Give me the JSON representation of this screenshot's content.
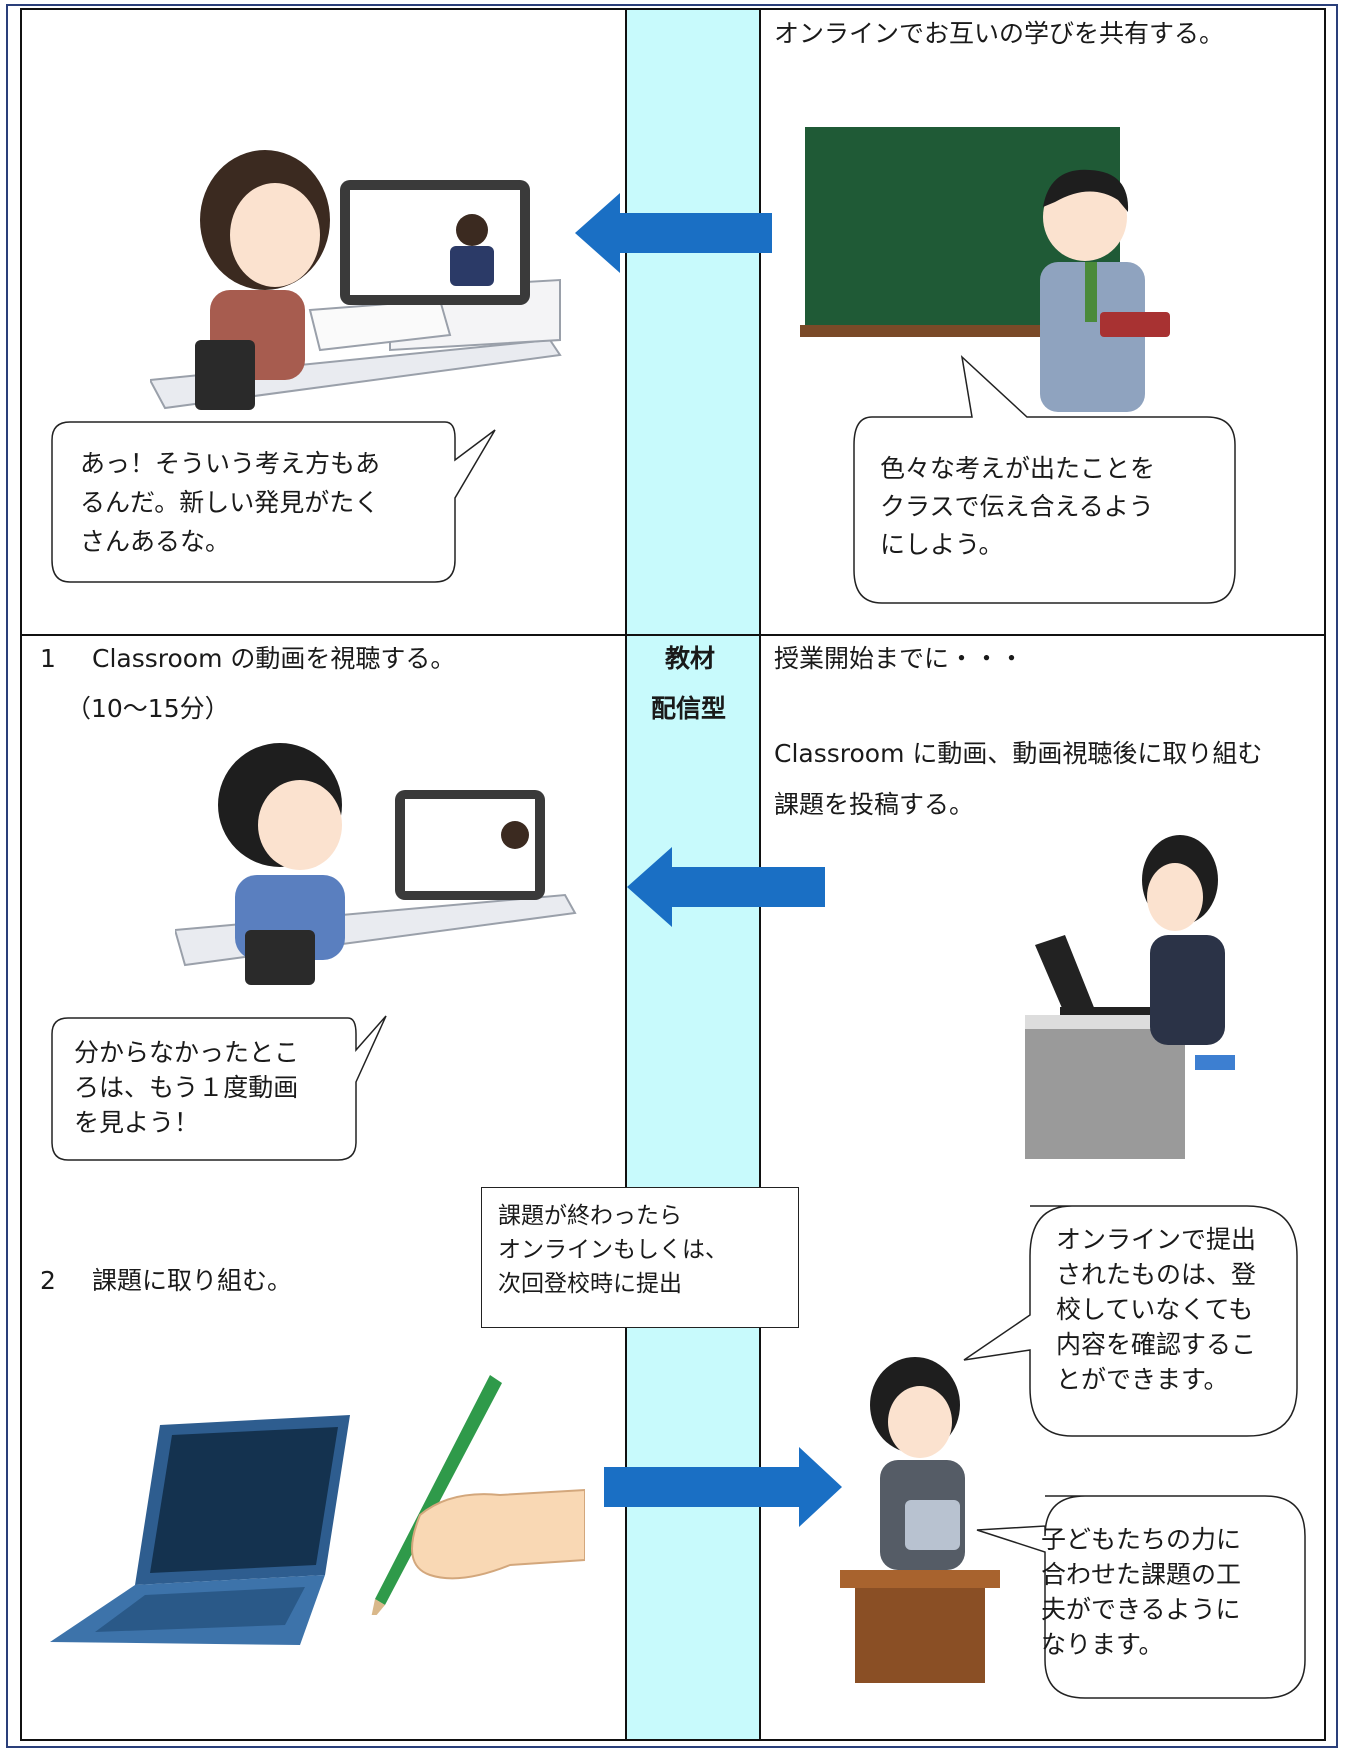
{
  "top_right": {
    "heading": "オンラインでお互いの学びを共有する。"
  },
  "top_left_bubble": {
    "lines": [
      "あっ！そういう考え方もあ",
      "るんだ。新しい発見がたく",
      "さんあるな。"
    ]
  },
  "top_right_bubble": {
    "lines": [
      "色々な考えが出たことを",
      "クラスで伝え合えるよう",
      "にしよう。"
    ]
  },
  "middle_label": {
    "line1": "教材",
    "line2": "配信型"
  },
  "bottom_left": {
    "step1_num": "1",
    "step1_text": "Classroom の動画を視聴する。",
    "step1_time": "（10～15分）",
    "step2_num": "2",
    "step2_text": "課題に取り組む。"
  },
  "bottom_left_bubble": {
    "lines": [
      "分からなかったとこ",
      "ろは、もう１度動画",
      "を見よう！"
    ]
  },
  "bottom_right": {
    "line1": "授業開始までに・・・",
    "line2": "Classroom に動画、動画視聴後に取り組む",
    "line3": "課題を投稿する。"
  },
  "note": {
    "lines": [
      "課題が終わったら",
      "オンラインもしくは、",
      "次回登校時に提出"
    ]
  },
  "teacher_bubble_1": {
    "lines": [
      "オンラインで提出",
      "されたものは、登",
      "校していなくても",
      "内容を確認するこ",
      "とができます。"
    ]
  },
  "teacher_bubble_2": {
    "lines": [
      "子どもたちの力に",
      "合わせた課題の工",
      "夫ができるように",
      "なります。"
    ]
  },
  "colors": {
    "middle_column": "#c8fafc",
    "arrow": "#1a6fc4",
    "board": "#1f5a36",
    "frame": "#2a3f7a"
  },
  "illustrations": [
    "student-girl-tablet",
    "teacher-blackboard",
    "student-boy-tablet",
    "teacher-laptop-desk",
    "laptop",
    "hand-pencil",
    "teacher-tablet-podium"
  ]
}
